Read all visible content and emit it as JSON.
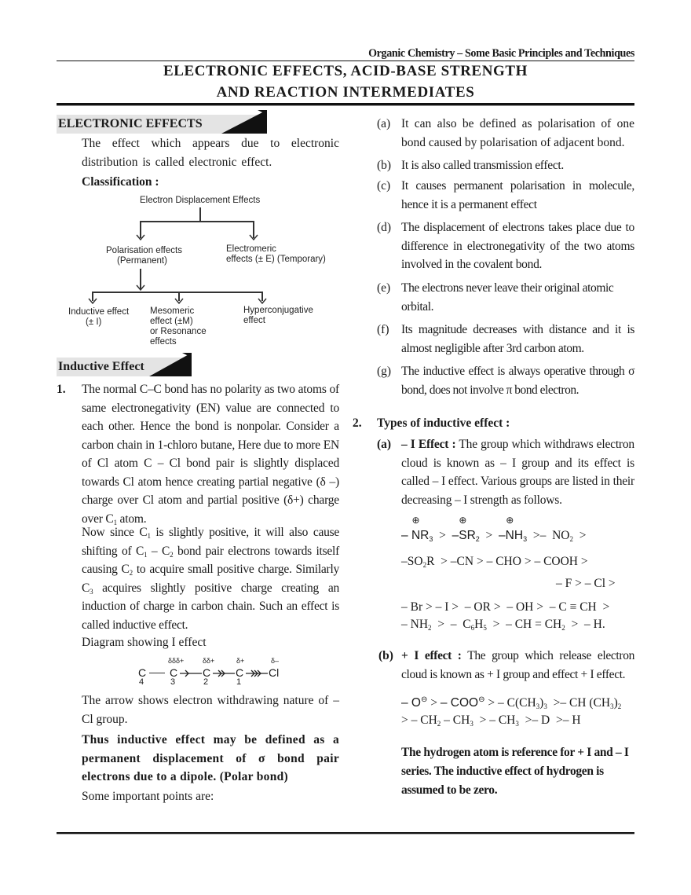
{
  "header": {
    "running_head": "Organic Chemistry – Some Basic Principles and Techniques",
    "title_line1": "ELECTRONIC EFFECTS, ACID-BASE STRENGTH",
    "title_line2": "AND REACTION INTERMEDIATES"
  },
  "left": {
    "section1": {
      "heading": "ELECTRONIC EFFECTS",
      "intro": "The effect which appears due to electronic distribution is called electronic effect.",
      "classification_label": "Classification :"
    },
    "diagram": {
      "root": "Electron Displacement Effects",
      "polarisation_l1": "Polarisation effects",
      "polarisation_l2": "(Permanent)",
      "electromeric_l1": "Electromeric",
      "electromeric_l2": "effects (± E) (Temporary)",
      "inductive_l1": "Inductive effect",
      "inductive_l2": "(± I)",
      "mesomeric_l1": "Mesomeric",
      "mesomeric_l2": "effect (±M)",
      "mesomeric_l3": "or Resonance",
      "mesomeric_l4": "effects",
      "hyper_l1": "Hyperconjugative",
      "hyper_l2": "effect"
    },
    "section2": {
      "heading": "Inductive Effect",
      "point1_number": "1.",
      "point1_text": "The normal C–C bond has no polarity as two atoms of same electronegativity (EN) value are connected to each other. Hence the bond is nonpolar. Consider a carbon chain in 1-chloro butane, Here due to more EN of Cl atom C – Cl bond pair is slightly displaced towards Cl atom hence creating partial negative (δ –) charge over Cl atom and partial positive (δ+) charge over C",
      "point1_sub": "1",
      "point1_end": " atom.",
      "para2_a": "Now since C",
      "para2_b": " is slightly positive, it will also cause shifting of C",
      "para2_c": " – C",
      "para2_d": " bond pair electrons towards itself causing C",
      "para2_e": " to acquire small positive charge. Similarly C",
      "para2_f": " acquires slightly positive charge creating an induction of charge in carbon chain. Such an effect is called inductive effect.",
      "sub1": "1",
      "sub2": "2",
      "sub3": "3",
      "diagram_caption": "Diagram showing I effect",
      "chain": {
        "atoms": [
          "C",
          "C",
          "C",
          "C",
          "Cl"
        ],
        "numbers": [
          "4",
          "3",
          "2",
          "1",
          ""
        ],
        "charges": [
          "",
          "δδδ+",
          "δδ+",
          "δ+",
          "δ–"
        ]
      },
      "arrow_text": "The arrow shows electron withdrawing nature of – Cl group.",
      "definition": "Thus inductive effect may be defined as a permanent displacement of σ bond pair electrons due to a dipole. (Polar bond)",
      "points_intro": "Some important points  are:"
    }
  },
  "right": {
    "points": [
      {
        "label": "(a)",
        "text": "It can also be defined as polarisation of one bond caused by polarisation of adjacent bond."
      },
      {
        "label": "(b)",
        "text": "It is also called transmission effect."
      },
      {
        "label": "(c)",
        "text": "It causes permanent polarisation in molecule, hence it is a permanent effect"
      },
      {
        "label": "(d)",
        "text": "The displacement of electrons takes place due to difference in electronegativity of the two atoms involved in the covalent bond."
      },
      {
        "label": "(e)",
        "text": "The electrons never leave their original atomic orbital."
      },
      {
        "label": "(f)",
        "text": "Its magnitude decreases with distance and it is almost negligible after 3rd carbon atom."
      },
      {
        "label": "(g)",
        "text": "The inductive effect is always operative through σ bond, does not involve π bond electron."
      }
    ],
    "types": {
      "number": "2.",
      "heading": "Types of inductive effect :",
      "minus_i": {
        "label": "(a)",
        "term": "– I Effect :",
        "text": " The group which withdraws electron cloud is known as – I group and its effect is called – I effect. Various groups are listed in their decreasing – I strength as follows."
      },
      "plus_i": {
        "label": "(b)",
        "term": "+ I effect :",
        "text": " The group which release electron cloud is known as + I group and effect + I effect."
      },
      "note": "The hydrogen atom is reference for + I and – I series. The inductive effect of hydrogen is assumed to be zero."
    }
  },
  "symbols": {
    "gt": ">",
    "oplus": "⊕",
    "ominus": "⊖"
  }
}
